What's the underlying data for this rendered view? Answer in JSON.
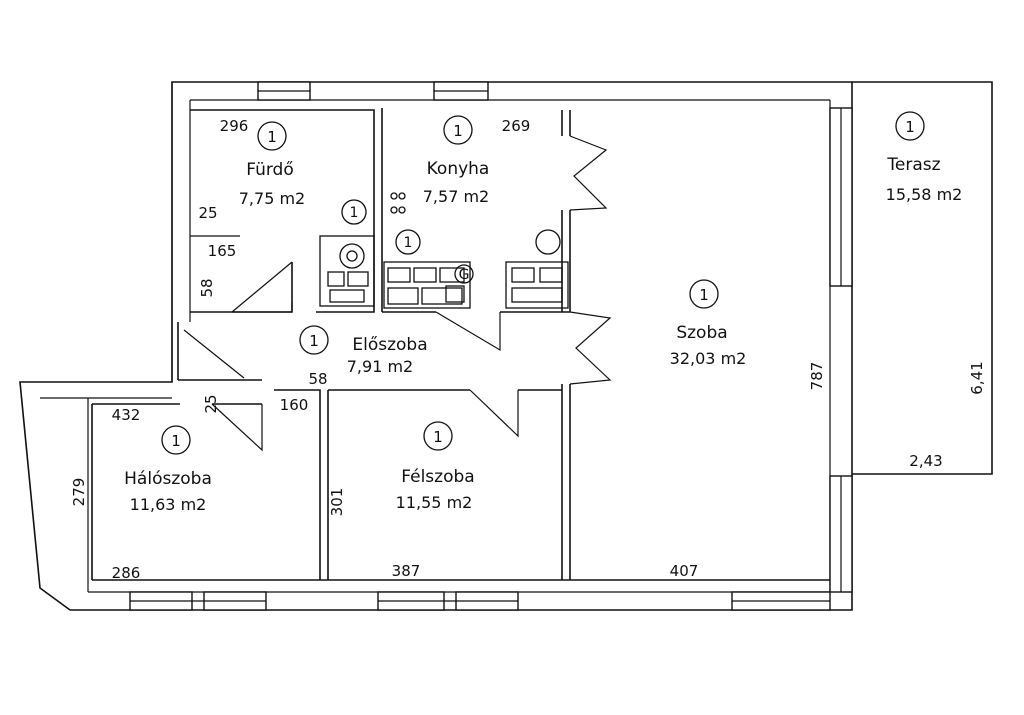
{
  "rooms": {
    "furdo": {
      "name": "Fürdő",
      "area": "7,75 m2",
      "num": "1"
    },
    "konyha": {
      "name": "Konyha",
      "area": "7,57 m2",
      "num": "1"
    },
    "szoba": {
      "name": "Szoba",
      "area": "32,03 m2",
      "num": "1"
    },
    "terasz": {
      "name": "Terasz",
      "area": "15,58 m2",
      "num": "1"
    },
    "eloszoba": {
      "name": "Előszoba",
      "area": "7,91 m2",
      "num": "1"
    },
    "haloszoba": {
      "name": "Hálószoba",
      "area": "11,63 m2",
      "num": "1"
    },
    "felszoba": {
      "name": "Félszoba",
      "area": "11,55 m2",
      "num": "1"
    }
  },
  "fixtures": {
    "bath_num": "1",
    "kitchen_num": "1",
    "gas_symbol": "G"
  },
  "dimensions": {
    "d296": "296",
    "d269": "269",
    "d25_bath": "25",
    "d165": "165",
    "d58_bath": "58",
    "d58_hall": "58",
    "d25_hall": "25",
    "d160": "160",
    "d432": "432",
    "d279": "279",
    "d286": "286",
    "d301": "301",
    "d387": "387",
    "d407": "407",
    "d787": "787",
    "d641": "6,41",
    "d243": "2,43"
  }
}
